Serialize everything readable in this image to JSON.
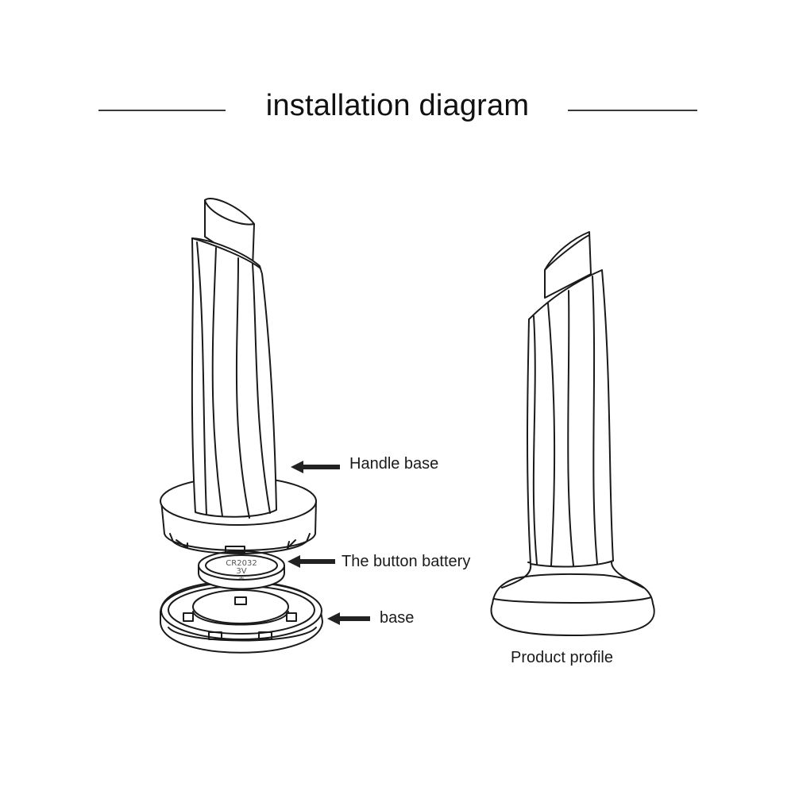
{
  "header": {
    "title": "installation diagram"
  },
  "labels": {
    "handle_base": "Handle base",
    "button_battery": "The button battery",
    "base": "base",
    "product_profile": "Product profile"
  },
  "battery": {
    "model": "CR2032",
    "voltage": "3V",
    "polarity": "+"
  }
}
